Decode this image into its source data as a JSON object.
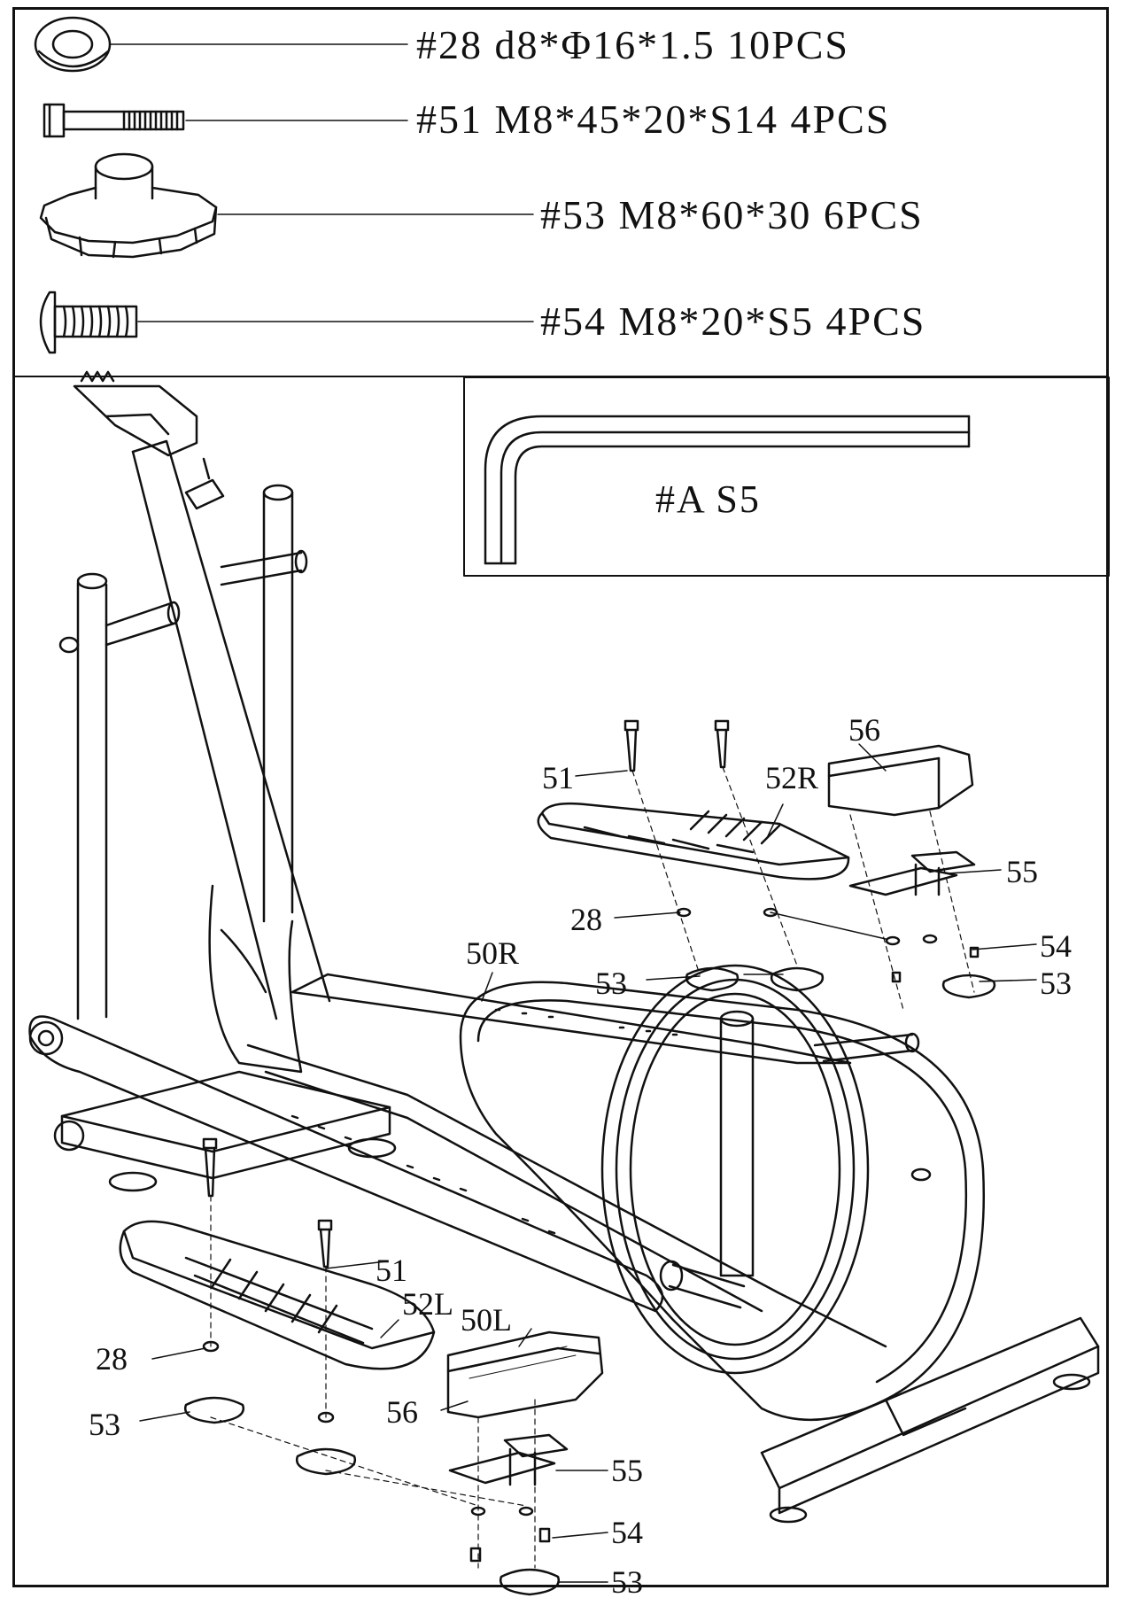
{
  "parts_list": [
    {
      "id": "28",
      "label": "#28  d8*Φ16*1.5  10PCS",
      "icon": "washer-icon"
    },
    {
      "id": "51",
      "label": "#51  M8*45*20*S14  4PCS",
      "icon": "bolt-icon"
    },
    {
      "id": "53",
      "label": "#53  M8*60*30  6PCS",
      "icon": "knob-icon"
    },
    {
      "id": "54",
      "label": "#54  M8*20*S5  4PCS",
      "icon": "button-screw-icon"
    }
  ],
  "tool": {
    "label": "#A  S5",
    "icon": "allen-key-icon"
  },
  "callouts": {
    "c51r": "51",
    "c52r": "52R",
    "c56r": "56",
    "c55r": "55",
    "c28r": "28",
    "c54r": "54",
    "c53r1": "53",
    "c53r2": "53",
    "c50r": "50R",
    "c51l": "51",
    "c52l": "52L",
    "c50l": "50L",
    "c28l": "28",
    "c53l1": "53",
    "c56l": "56",
    "c55l": "55",
    "c54l": "54",
    "c53l2": "53"
  }
}
